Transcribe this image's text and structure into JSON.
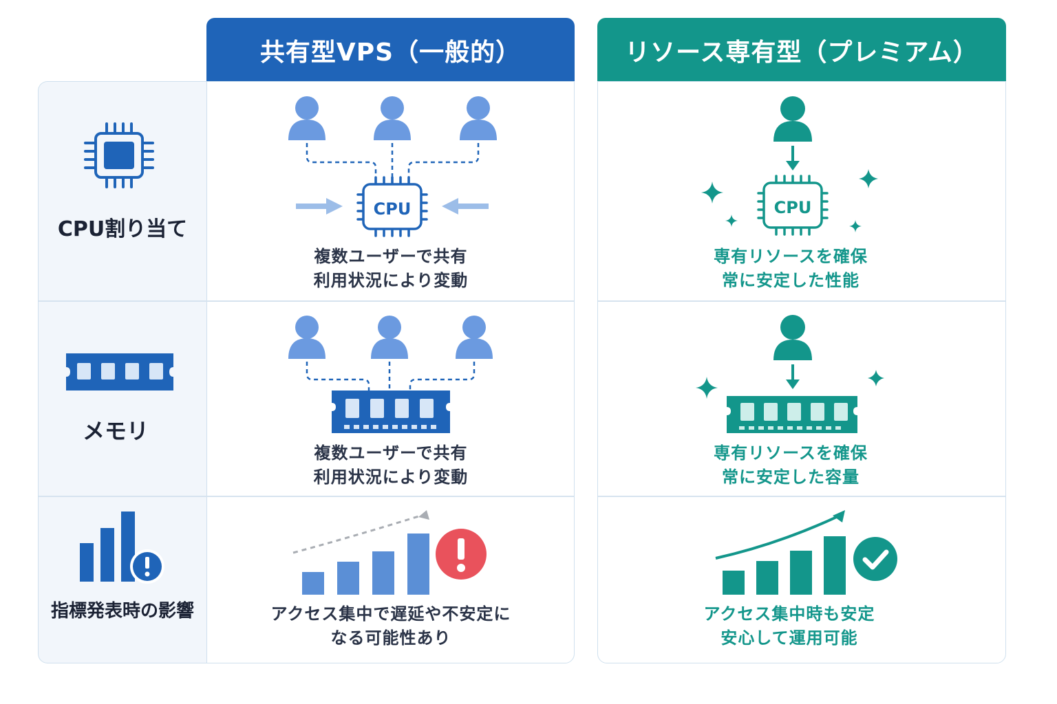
{
  "headers": {
    "shared": "共有型VPS（一般的）",
    "dedicated": "リソース専有型（プレミアム）"
  },
  "rows": [
    {
      "label": "CPU割り当て",
      "chip_text": "CPU",
      "shared_lines": [
        "複数ユーザーで共有",
        "利用状況により変動"
      ],
      "dedicated_lines": [
        "専有リソースを確保",
        "常に安定した性能"
      ]
    },
    {
      "label": "メモリ",
      "shared_lines": [
        "複数ユーザーで共有",
        "利用状況により変動"
      ],
      "dedicated_lines": [
        "専有リソースを確保",
        "常に安定した容量"
      ]
    },
    {
      "label": "指標発表時の影響",
      "shared_lines": [
        "アクセス集中で遅延や不安定に",
        "なる可能性あり"
      ],
      "dedicated_lines": [
        "アクセス集中時も安定",
        "安心して運用可能"
      ]
    }
  ],
  "colors": {
    "blue": "#1f64b8",
    "blue_light": "#5b8fd6",
    "teal": "#13968b",
    "alert_red": "#e9525c"
  },
  "icons": {
    "row_labels": [
      "cpu-chip-icon",
      "memory-module-icon",
      "bar-chart-alert-icon"
    ],
    "shared": [
      "user-icon",
      "cpu-chip-icon",
      "memory-module-icon",
      "rising-bar-chart-icon",
      "alert-icon"
    ],
    "dedicated": [
      "user-icon",
      "sparkle-icon",
      "cpu-chip-icon",
      "memory-module-icon",
      "rising-bar-chart-icon",
      "check-circle-icon"
    ]
  }
}
